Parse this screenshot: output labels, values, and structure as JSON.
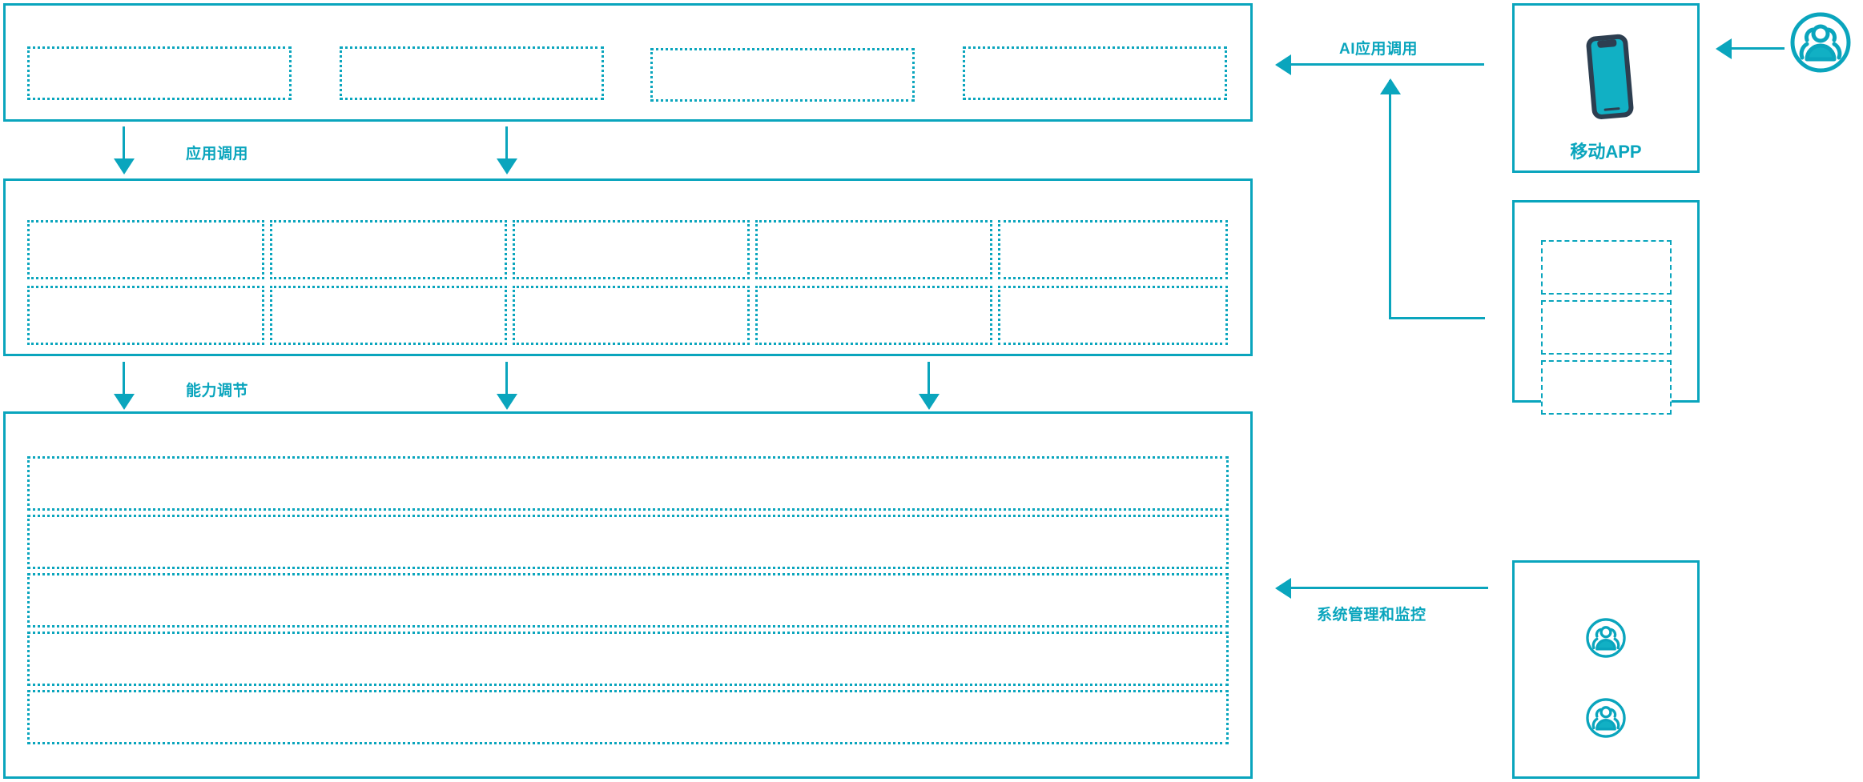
{
  "diagram": {
    "title": "AI application platform architecture",
    "accent_color": "#0aa5bd",
    "phone_frame_color": "#2d3e50",
    "background": "#ffffff"
  },
  "layers": {
    "application_layer": {
      "name": "application-layer-panel",
      "boxes": [
        {
          "label": ""
        },
        {
          "label": ""
        },
        {
          "label": ""
        },
        {
          "label": ""
        }
      ]
    },
    "capability_layer": {
      "name": "capability-layer-panel",
      "rows": [
        [
          {
            "label": ""
          },
          {
            "label": ""
          },
          {
            "label": ""
          },
          {
            "label": ""
          },
          {
            "label": ""
          }
        ],
        [
          {
            "label": ""
          },
          {
            "label": ""
          },
          {
            "label": ""
          },
          {
            "label": ""
          },
          {
            "label": ""
          }
        ]
      ]
    },
    "infrastructure_layer": {
      "name": "infrastructure-layer-panel",
      "rows": [
        {
          "label": ""
        },
        {
          "label": ""
        },
        {
          "label": ""
        },
        {
          "label": ""
        },
        {
          "label": ""
        }
      ]
    }
  },
  "flow_labels": {
    "app_call": "应用调用",
    "capability_adjust": "能力调节",
    "ai_app_call": "AI应用调用",
    "system_management": "系统管理和监控"
  },
  "right_column": {
    "mobile_app_panel": {
      "caption": "移动APP",
      "icon": "mobile-phone-icon"
    },
    "middle_panel": {
      "caption": "",
      "boxes": [
        {
          "label": ""
        },
        {
          "label": ""
        },
        {
          "label": ""
        }
      ]
    },
    "bottom_panel": {
      "caption": "",
      "icons": [
        "people-group-icon",
        "people-group-icon"
      ]
    }
  },
  "external_actor": {
    "icon": "people-group-icon",
    "label": ""
  }
}
